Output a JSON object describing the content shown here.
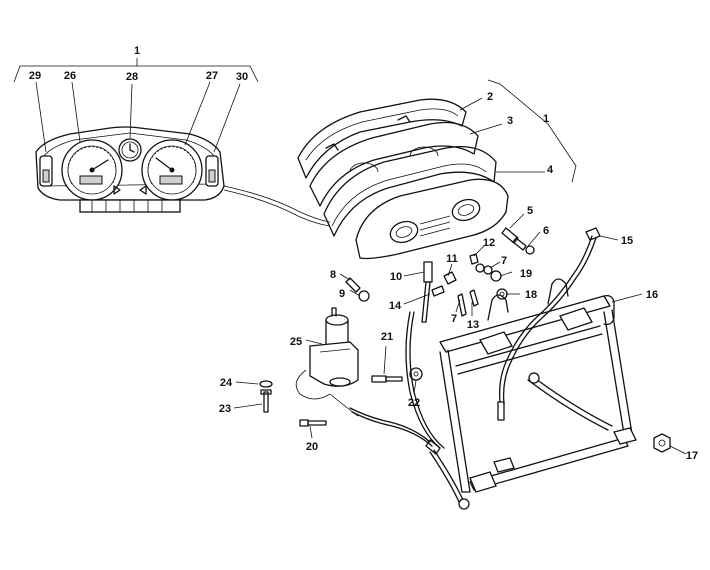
{
  "diagram": {
    "callouts": [
      {
        "id": "c1a",
        "text": "1"
      },
      {
        "id": "c1b",
        "text": "1"
      },
      {
        "id": "c2",
        "text": "2"
      },
      {
        "id": "c3",
        "text": "3"
      },
      {
        "id": "c4",
        "text": "4"
      },
      {
        "id": "c5",
        "text": "5"
      },
      {
        "id": "c6",
        "text": "6"
      },
      {
        "id": "c7a",
        "text": "7"
      },
      {
        "id": "c7b",
        "text": "7"
      },
      {
        "id": "c8",
        "text": "8"
      },
      {
        "id": "c9",
        "text": "9"
      },
      {
        "id": "c10",
        "text": "10"
      },
      {
        "id": "c11",
        "text": "11"
      },
      {
        "id": "c12",
        "text": "12"
      },
      {
        "id": "c13",
        "text": "13"
      },
      {
        "id": "c14",
        "text": "14"
      },
      {
        "id": "c15",
        "text": "15"
      },
      {
        "id": "c16",
        "text": "16"
      },
      {
        "id": "c17",
        "text": "17"
      },
      {
        "id": "c18",
        "text": "18"
      },
      {
        "id": "c19",
        "text": "19"
      },
      {
        "id": "c20",
        "text": "20"
      },
      {
        "id": "c21",
        "text": "21"
      },
      {
        "id": "c22",
        "text": "22"
      },
      {
        "id": "c23",
        "text": "23"
      },
      {
        "id": "c24",
        "text": "24"
      },
      {
        "id": "c25",
        "text": "25"
      },
      {
        "id": "c26",
        "text": "26"
      },
      {
        "id": "c27",
        "text": "27"
      },
      {
        "id": "c28",
        "text": "28"
      },
      {
        "id": "c29",
        "text": "29"
      },
      {
        "id": "c30",
        "text": "30"
      }
    ],
    "colors": {
      "ink": "#111111",
      "paper": "#ffffff"
    }
  }
}
